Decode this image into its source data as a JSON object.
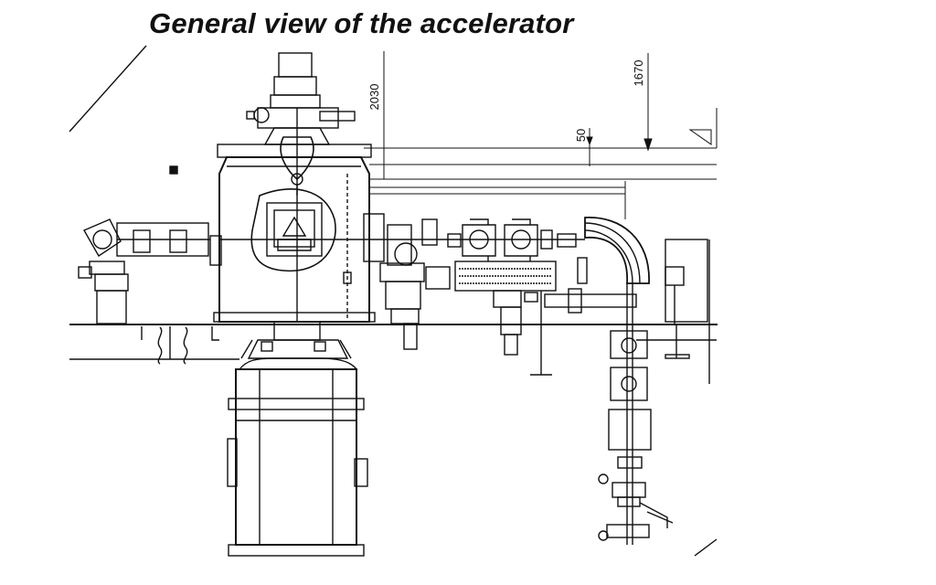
{
  "title": "General view of the accelerator",
  "dimensions": {
    "d2030": "2030",
    "d1670": "1670",
    "d50": "50"
  }
}
